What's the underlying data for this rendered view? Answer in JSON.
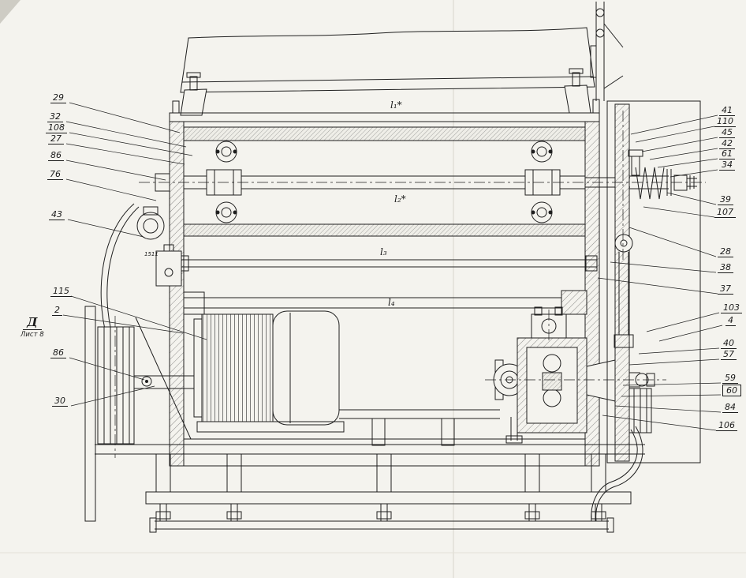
{
  "sheet": {
    "view_label": "Д",
    "view_sublabel": "Лист 8"
  },
  "dimension_labels": {
    "d1": "l₁*",
    "d2": "l₂*",
    "d3": "l₃",
    "d4": "l₄"
  },
  "part_mark": "1511",
  "callouts": {
    "left": [
      {
        "label": "29"
      },
      {
        "label": "32"
      },
      {
        "label": "108"
      },
      {
        "label": "27"
      },
      {
        "label": "86"
      },
      {
        "label": "76"
      },
      {
        "label": "43"
      },
      {
        "label": "115"
      },
      {
        "label": "2"
      },
      {
        "label": "86"
      },
      {
        "label": "30"
      }
    ],
    "right": [
      {
        "label": "41"
      },
      {
        "label": "110"
      },
      {
        "label": "45"
      },
      {
        "label": "42"
      },
      {
        "label": "61"
      },
      {
        "label": "34"
      },
      {
        "label": "39"
      },
      {
        "label": "107"
      },
      {
        "label": "28"
      },
      {
        "label": "38"
      },
      {
        "label": "37"
      },
      {
        "label": "103"
      },
      {
        "label": "4"
      },
      {
        "label": "40"
      },
      {
        "label": "57"
      },
      {
        "label": "59"
      },
      {
        "label": "60"
      },
      {
        "label": "84"
      },
      {
        "label": "106"
      }
    ]
  },
  "colors": {
    "ink": "#1f1f1f",
    "paper": "#f4f3ee"
  }
}
